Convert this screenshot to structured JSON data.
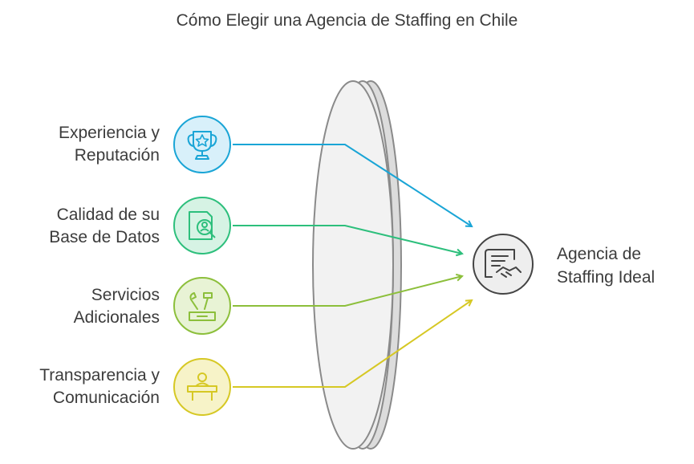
{
  "title": "Cómo Elegir una Agencia de Staffing en Chile",
  "inputs": [
    {
      "line1": "Experiencia y",
      "line2": "Reputación",
      "icon": "trophy-icon",
      "color": "#1aa5d6",
      "fill": "#d8f0fa"
    },
    {
      "line1": "Calidad de su",
      "line2": "Base de Datos",
      "icon": "candidate-search-icon",
      "color": "#2dbf7c",
      "fill": "#d6f3e4"
    },
    {
      "line1": "Servicios",
      "line2": "Adicionales",
      "icon": "tools-icon",
      "color": "#8cbf3b",
      "fill": "#e8f3d5"
    },
    {
      "line1": "Transparencia y",
      "line2": "Comunicación",
      "icon": "speaker-podium-icon",
      "color": "#d6c824",
      "fill": "#f7f3c8"
    }
  ],
  "output": {
    "line1": "Agencia de",
    "line2": "Staffing Ideal",
    "icon": "contract-handshake-icon",
    "color": "#444444",
    "fill": "#eeeeee"
  },
  "lens_color": "#e4e4e4"
}
